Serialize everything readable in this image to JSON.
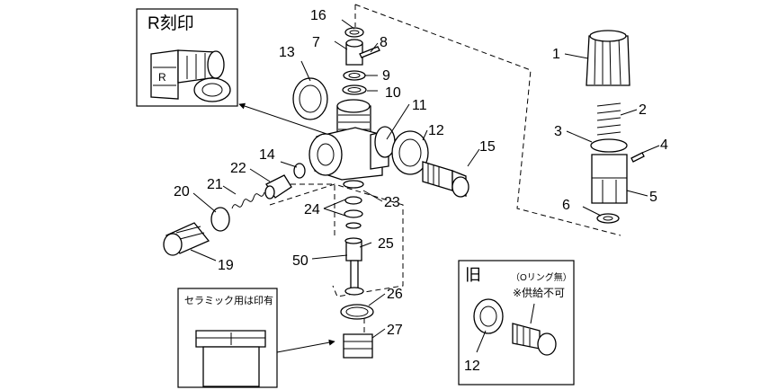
{
  "callouts": {
    "r_mark": "R刻印",
    "r_letter": "R",
    "ceramic": "セラミック用は印有",
    "old": "旧",
    "o_ring_none": "（Oリング無）",
    "not_supplied": "※供給不可"
  },
  "part_numbers": {
    "n1": "1",
    "n2": "2",
    "n3": "3",
    "n4": "4",
    "n5": "5",
    "n6": "6",
    "n7": "7",
    "n8": "8",
    "n9": "9",
    "n10": "10",
    "n11": "11",
    "n12": "12",
    "n13": "13",
    "n14": "14",
    "n15": "15",
    "n16": "16",
    "n19": "19",
    "n20": "20",
    "n21": "21",
    "n22": "22",
    "n23": "23",
    "n24": "24",
    "n25": "25",
    "n26": "26",
    "n27": "27",
    "n50": "50",
    "n12_old": "12"
  }
}
